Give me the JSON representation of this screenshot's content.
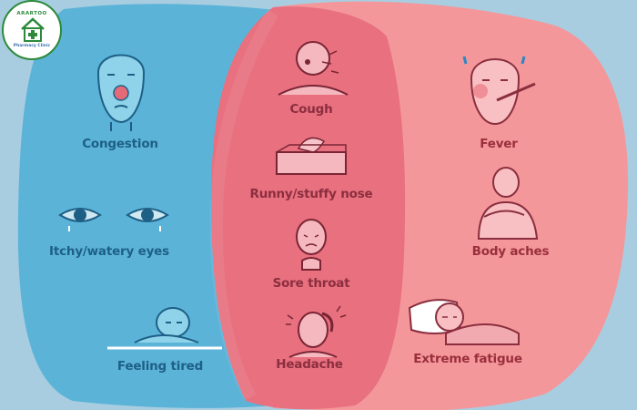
{
  "logo": {
    "name": "ARARTOO",
    "tagline": "Pharmacy Clinic"
  },
  "colors": {
    "blue_region": "#5bb3d8",
    "middle_region": "#e8707f",
    "right_region": "#f3979a",
    "blue_text": "#1e5f86",
    "red_text": "#9a2f3c"
  },
  "groups": {
    "left": {
      "items": [
        "Congestion",
        "Itchy/watery eyes",
        "Feeling tired"
      ]
    },
    "middle": {
      "items": [
        "Cough",
        "Runny/stuffy nose",
        "Sore throat",
        "Headache"
      ]
    },
    "right": {
      "items": [
        "Fever",
        "Body aches",
        "Extreme fatigue"
      ]
    }
  }
}
